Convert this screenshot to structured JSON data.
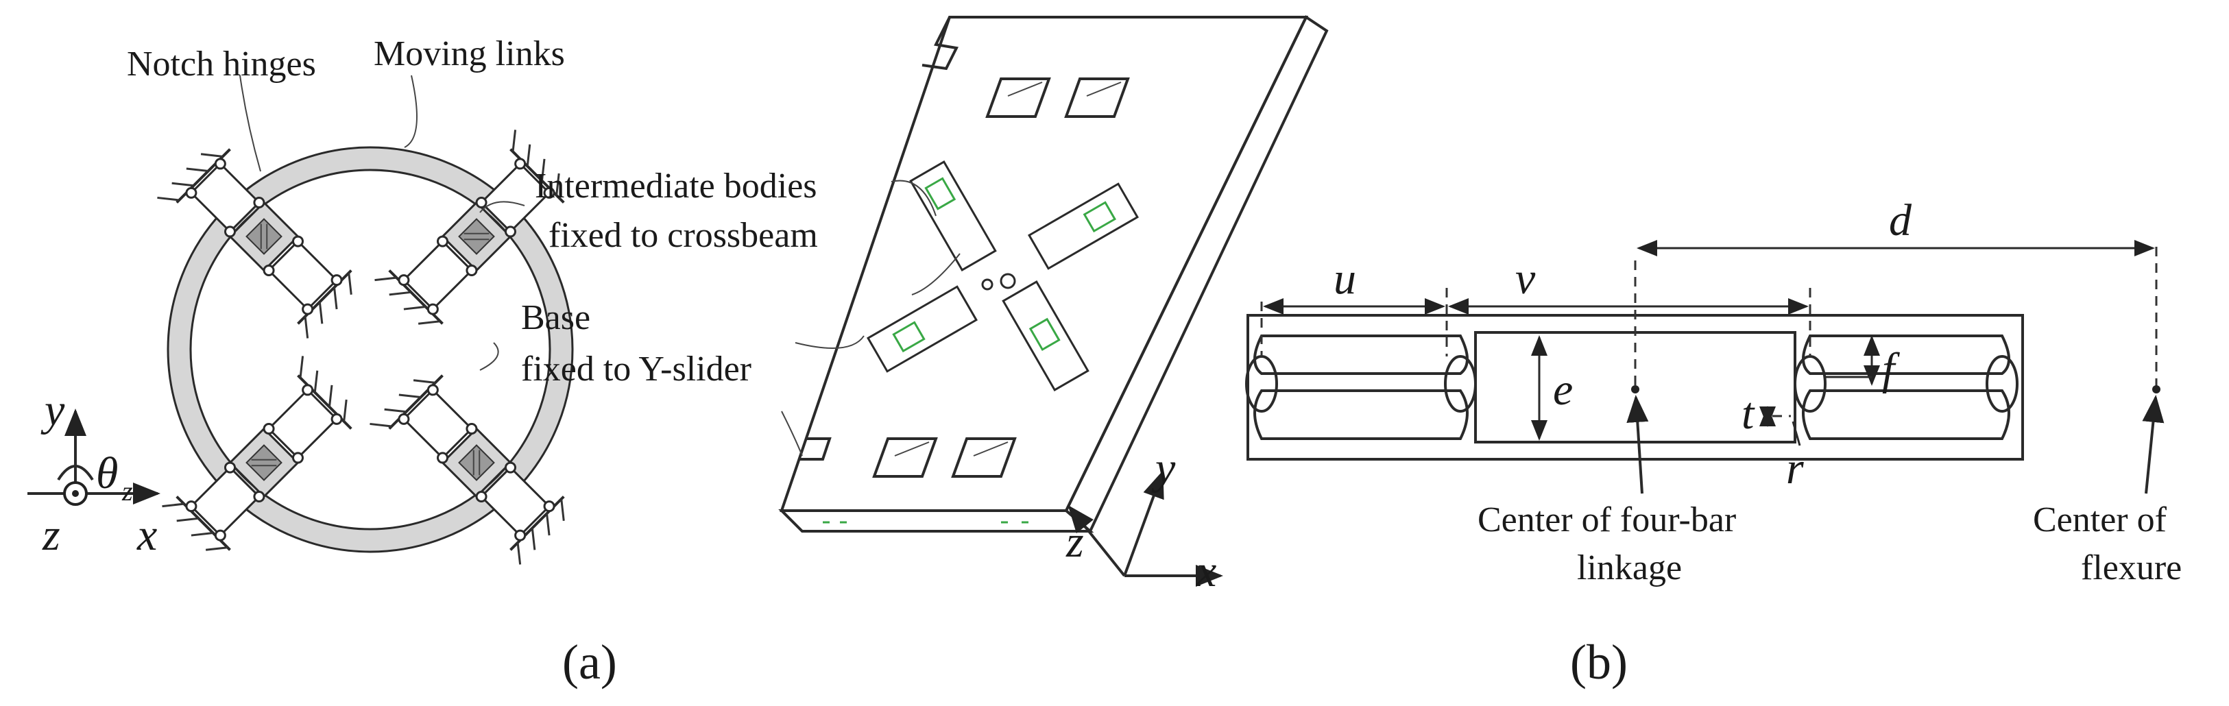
{
  "panel_a": {
    "labels": {
      "notch_hinges": "Notch hinges",
      "moving_links": "Moving links",
      "intermediate_line1": "Intermediate bodies",
      "intermediate_line2": "fixed to crossbeam",
      "base_line1": "Base",
      "base_line2": "fixed to Y-slider"
    },
    "axes_left": {
      "y": "y",
      "theta": "θ",
      "theta_sub": "z",
      "z": "z",
      "x": "x"
    },
    "axes_right": {
      "y": "y",
      "z": "z",
      "x": "x"
    },
    "caption": "(a)"
  },
  "panel_b": {
    "dims": {
      "u": "u",
      "v": "v",
      "d": "d",
      "e": "e",
      "f": "f",
      "t": "t",
      "r": "r"
    },
    "center_linkage_line1": "Center of four-bar",
    "center_linkage_line2": "linkage",
    "center_flexure_line1": "Center of",
    "center_flexure_line2": "flexure",
    "caption": "(b)"
  }
}
